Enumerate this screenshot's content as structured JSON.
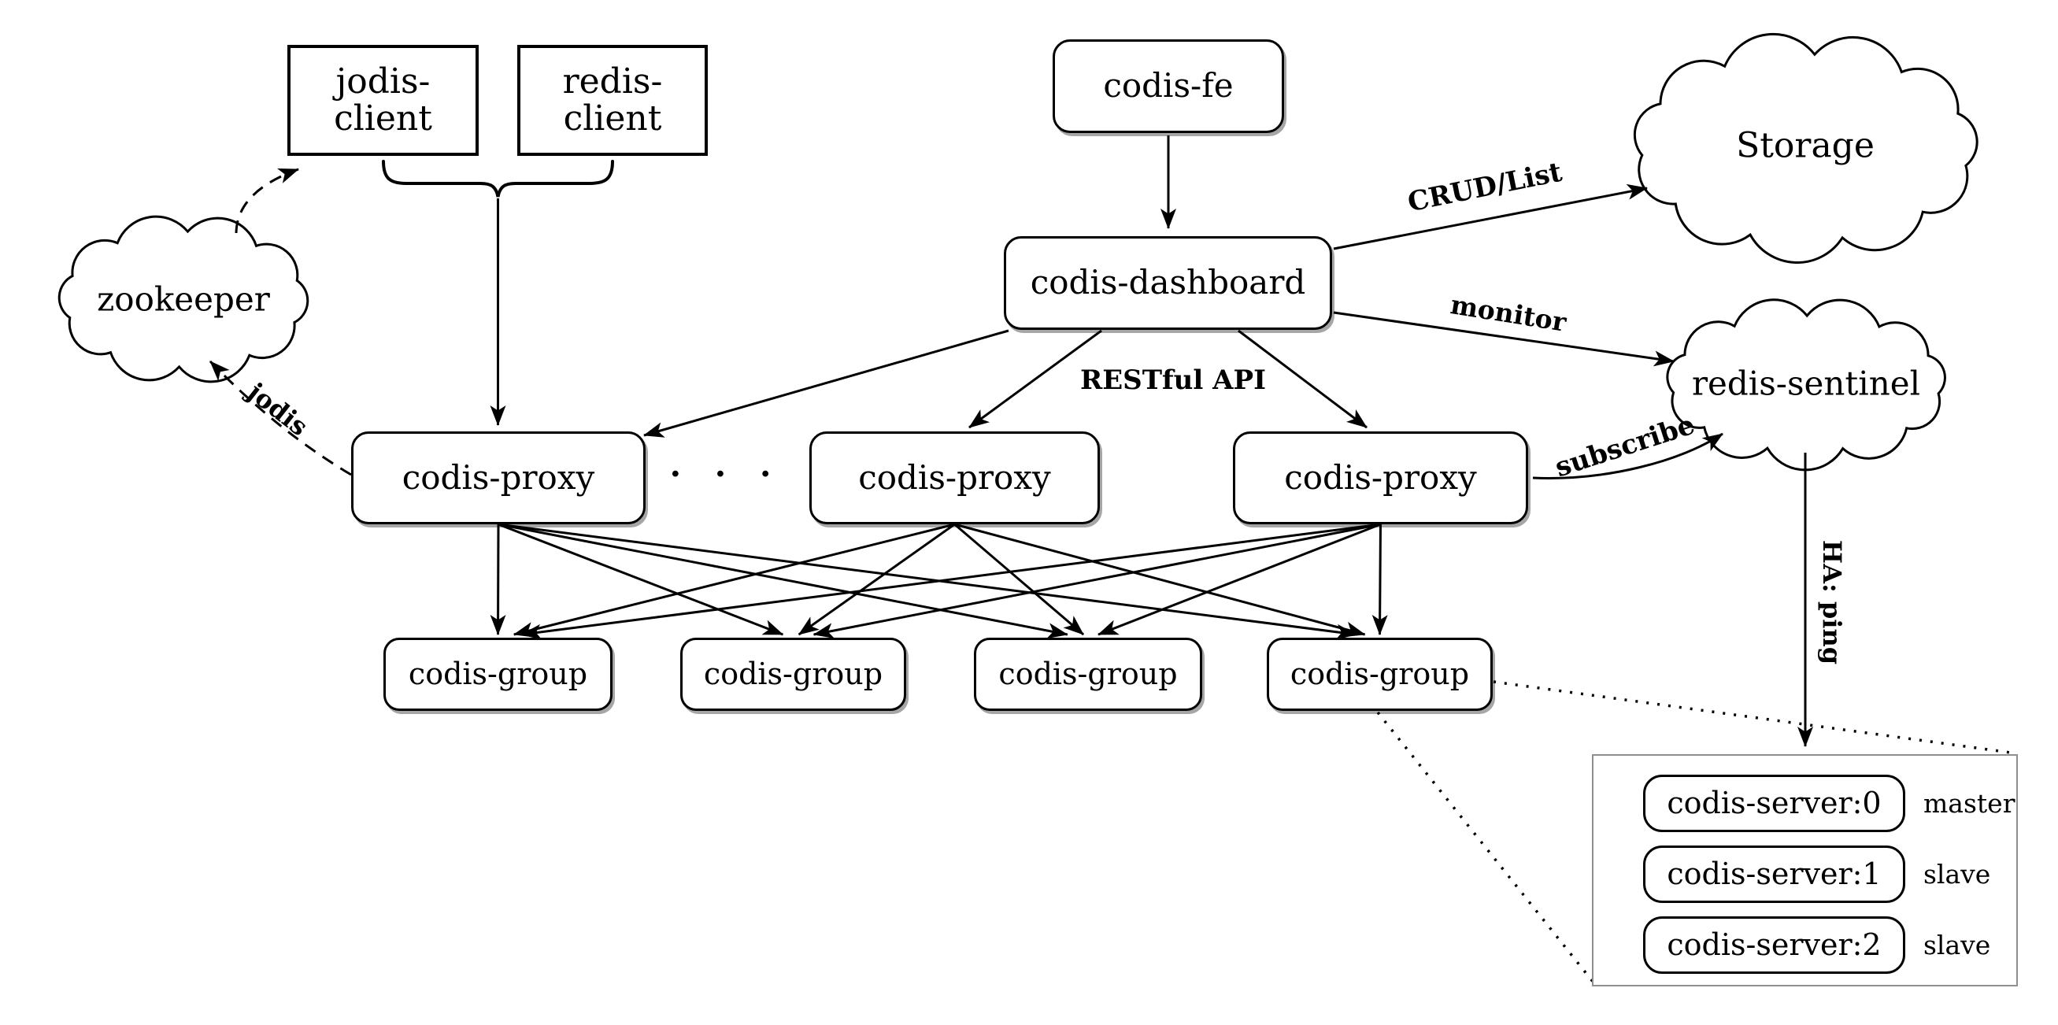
{
  "nodes": {
    "jodis_client": "jodis-client",
    "redis_client": "redis-client",
    "codis_fe": "codis-fe",
    "codis_dashboard": "codis-dashboard",
    "zookeeper": "zookeeper",
    "storage": "Storage",
    "redis_sentinel": "redis-sentinel",
    "codis_proxy_1": "codis-proxy",
    "codis_proxy_2": "codis-proxy",
    "codis_proxy_3": "codis-proxy",
    "proxy_ellipsis": "· · ·",
    "codis_group_1": "codis-group",
    "codis_group_2": "codis-group",
    "codis_group_3": "codis-group",
    "codis_group_4": "codis-group",
    "codis_server_0": "codis-server:0",
    "codis_server_1": "codis-server:1",
    "codis_server_2": "codis-server:2"
  },
  "server_roles": {
    "server_0": "master",
    "server_1": "slave",
    "server_2": "slave"
  },
  "edge_labels": {
    "crud_list": "CRUD/List",
    "monitor": "monitor",
    "restful_api": "RESTful API",
    "subscribe": "subscribe",
    "jodis": "jodis",
    "ha_ping": "HA: ping"
  },
  "colors": {
    "line": "#000000",
    "box_border": "#000000",
    "container_border": "#8f8f8f",
    "background": "#ffffff"
  }
}
